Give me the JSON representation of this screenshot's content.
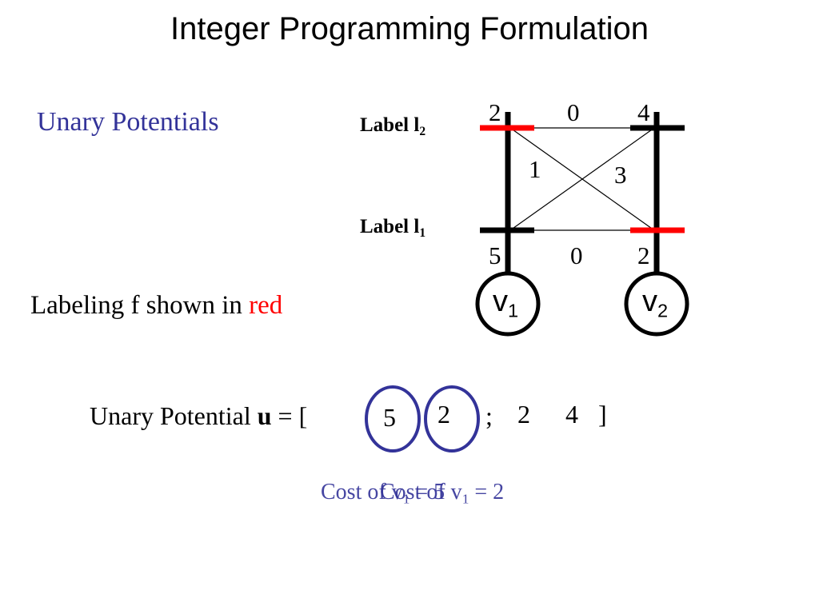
{
  "title": "Integer Programming Formulation",
  "section_heading": "Unary Potentials",
  "caption": {
    "prefix": "Labeling f shown in",
    "red_word": "red"
  },
  "colors": {
    "heading_blue": "#333399",
    "highlight_red": "#ff0000",
    "circle_blue": "#333399",
    "black": "#000000"
  },
  "diagram": {
    "label_top": {
      "text": "Label l",
      "sub": "2"
    },
    "label_bottom": {
      "text": "Label l",
      "sub": "1"
    },
    "top_values": [
      "2",
      "0",
      "4"
    ],
    "cross_values": [
      "1",
      "3"
    ],
    "bottom_values": [
      "5",
      "0",
      "2"
    ],
    "nodes": [
      {
        "text": "v",
        "sub": "1"
      },
      {
        "text": "v",
        "sub": "2"
      }
    ]
  },
  "equation": {
    "prefix": "Unary Potential ",
    "bold_var": "u",
    "eq": " = [",
    "v1_values": [
      "5",
      "2"
    ],
    "sep": ";",
    "v2_values": [
      "2",
      "4"
    ],
    "close": "]"
  },
  "annotation_a": {
    "text": "Cost of v",
    "sub": "1",
    "rest": " = 5"
  },
  "annotation_b": {
    "text": "Cost of v",
    "sub": "1",
    "rest": " = 2"
  }
}
